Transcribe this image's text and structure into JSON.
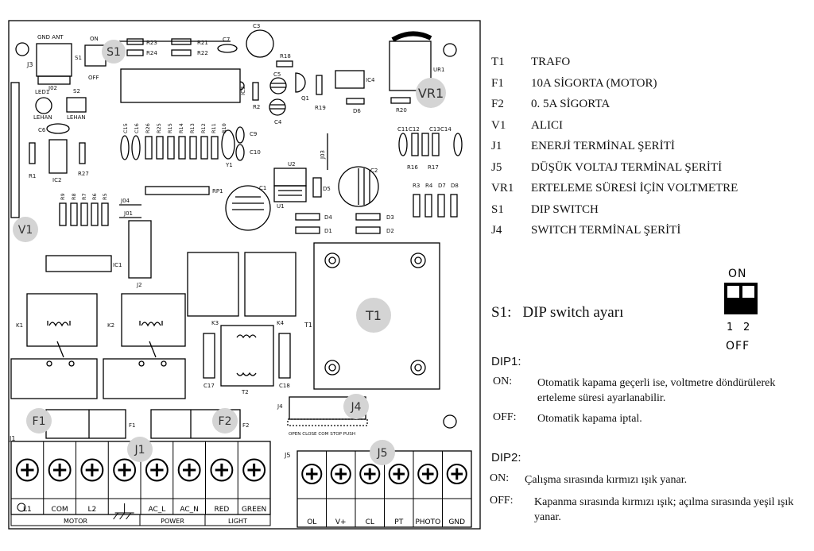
{
  "board": {
    "markers": {
      "s1": "S1",
      "vr1": "VR1",
      "v1": "V1",
      "t1": "T1",
      "f1": "F1",
      "f2": "F2",
      "j4": "J4",
      "j1": "J1",
      "j5": "J5"
    },
    "silkscreen": {
      "j3": "J3",
      "gnd_ant": "GND ANT",
      "j02": "J02",
      "on": "ON",
      "off": "OFF",
      "s1": "S1",
      "led1": "LED1",
      "s2": "S2",
      "lehan1": "LEHAN",
      "lehan2": "LEHAN",
      "r23": "R23",
      "r24": "R24",
      "r21": "R21",
      "r22": "R22",
      "c7": "C7",
      "c3": "C3",
      "r18": "R18",
      "ic3": "IC3",
      "c5": "C5",
      "c4": "C4",
      "r2": "R2",
      "q1": "Q1",
      "r19": "R19",
      "ic4": "IC4",
      "d6": "D6",
      "r20": "R20",
      "ur1": "UR1",
      "c6": "C6",
      "r1": "R1",
      "ic2": "IC2",
      "r27": "R27",
      "res_row1": [
        "C15",
        "C16",
        "R26",
        "R25",
        "R15",
        "R14",
        "R13",
        "R12",
        "R11",
        "R10"
      ],
      "c9": "C9",
      "c10": "C10",
      "y1": "Y1",
      "j03": "J03",
      "c11": "C11",
      "c12": "C12",
      "c13": "C13",
      "c14": "C14",
      "r16": "R16",
      "r17": "R17",
      "u2": "U2",
      "u1": "U1",
      "c1": "C1",
      "d5": "D5",
      "c2": "C2",
      "res_row2": [
        "R9",
        "R8",
        "R7",
        "R6",
        "R5"
      ],
      "j04": "J04",
      "j01": "J01",
      "rp1": "RP1",
      "r3": "R3",
      "r4": "R4",
      "d7": "D7",
      "d8": "D8",
      "d4": "D4",
      "d3": "D3",
      "d1": "D1",
      "d2": "D2",
      "ic1": "IC1",
      "j2": "J2",
      "k1": "K1",
      "k2": "K2",
      "k3": "K3",
      "k4": "K4",
      "t1": "T1",
      "c17": "C17",
      "t2": "T2",
      "c18": "C18",
      "j4": "J4",
      "f1": "F1",
      "f2": "F2",
      "j4_labels": "OPEN CLOSE COM STOP PUSH",
      "j1": "J1",
      "j5": "J5"
    },
    "j1_terminals": [
      "L1",
      "COM",
      "L2",
      "",
      "AC_L",
      "AC_N",
      "RED",
      "GREEN"
    ],
    "j1_groups": [
      "MOTOR",
      "POWER",
      "LIGHT"
    ],
    "j5_terminals": [
      "OL",
      "V+",
      "CL",
      "PT",
      "PHOTO",
      "GND"
    ]
  },
  "legend": [
    {
      "key": "T1",
      "value": "TRAFO"
    },
    {
      "key": "F1",
      "value": "10A  SİGORTA (MOTOR)"
    },
    {
      "key": "F2",
      "value": "0. 5A  SİGORTA"
    },
    {
      "key": "V1",
      "value": "ALICI"
    },
    {
      "key": "J1",
      "value": "ENERJİ TERMİNAL ŞERİTİ"
    },
    {
      "key": "J5",
      "value": "DÜŞÜK VOLTAJ TERMİNAL ŞERİTİ"
    },
    {
      "key": "VR1",
      "value": "ERTELEME SÜRESİ İÇİN VOLTMETRE"
    },
    {
      "key": "S1",
      "value": "DIP SWITCH"
    },
    {
      "key": "J4",
      "value": "SWITCH TERMİNAL ŞERİTİ"
    }
  ],
  "s1_title": {
    "key": "S1:",
    "value": "DIP switch ayarı"
  },
  "dip_graphic": {
    "on": "ON",
    "off": "OFF",
    "n1": "1",
    "n2": "2"
  },
  "dip1": {
    "title": "DIP1:",
    "on_key": "ON:",
    "on_text": "Otomatik kapama geçerli ise, voltmetre döndürülerek erteleme süresi ayarlanabilir.",
    "off_key": "OFF:",
    "off_text": "Otomatik kapama iptal."
  },
  "dip2": {
    "title": "DIP2:",
    "on_key": "ON:",
    "on_text": "Çalışma sırasında kırmızı ışık yanar.",
    "off_key": "OFF:",
    "off_text": "Kapanma sırasında kırmızı ışık; açılma sırasında yeşil ışık yanar."
  }
}
